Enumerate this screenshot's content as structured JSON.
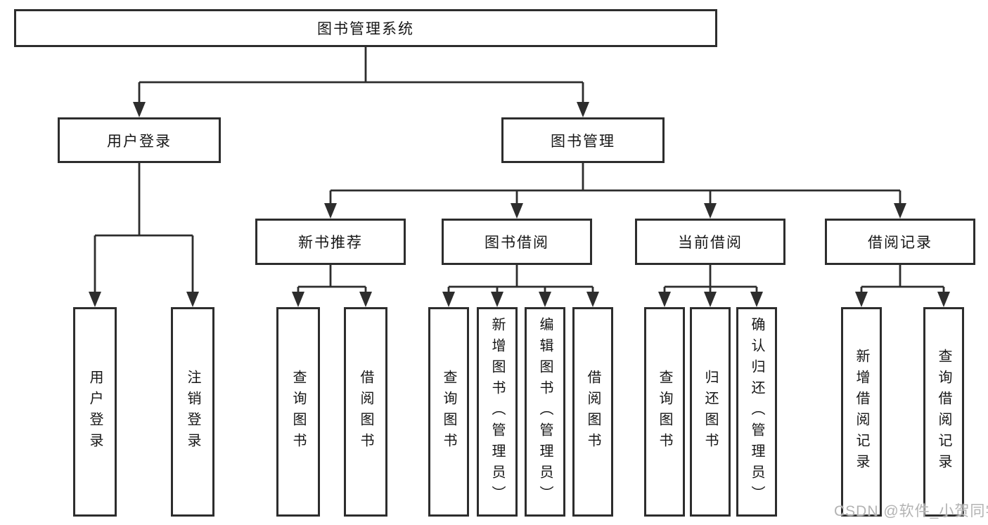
{
  "diagram": {
    "root": "图书管理系统",
    "nodes": {
      "user_login": {
        "label": "用户登录",
        "children": [
          "用户登录",
          "注销登录"
        ]
      },
      "book_management": {
        "label": "图书管理",
        "children": {
          "new_book_recommend": {
            "label": "新书推荐",
            "children": [
              "查询图书",
              "借阅图书"
            ]
          },
          "book_borrowing": {
            "label": "图书借阅",
            "children": [
              "查询图书",
              "新增图书（管理员）",
              "编辑图书（管理员）",
              "借阅图书"
            ]
          },
          "current_borrowing": {
            "label": "当前借阅",
            "children": [
              "查询图书",
              "归还图书",
              "确认归还（管理员）"
            ]
          },
          "borrowing_records": {
            "label": "借阅记录",
            "children": [
              "新增借阅记录",
              "查询借阅记录"
            ]
          }
        }
      }
    },
    "watermark": "CSDN @软件_小贺同学"
  },
  "colors": {
    "line": "#2d2d2d",
    "box_border": "#2d2d2d",
    "text": "#161616",
    "watermark": "#b3b3b3",
    "background": "#ffffff"
  }
}
